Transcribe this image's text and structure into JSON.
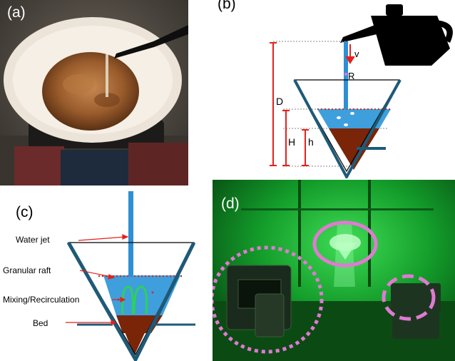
{
  "panels": {
    "a": {
      "label": "(a)"
    },
    "b": {
      "label": "(b)",
      "symbols": {
        "v": "v",
        "R": "R",
        "D": "D",
        "H": "H",
        "h": "h"
      }
    },
    "c": {
      "label": "(c)",
      "annotations": {
        "water_jet": "Water jet",
        "granular_raft": "Granular raft",
        "mixing": "Mixing/Recirculation",
        "bed": "Bed"
      }
    },
    "d": {
      "label": "(d)"
    }
  },
  "colors": {
    "cone_outline": "#1e5a78",
    "water": "#3f9fdc",
    "jet": "#2e8fd4",
    "bed": "#7a2408",
    "arrow_red": "#e5201c",
    "mixing_green": "#2fd05a",
    "highlight_pink": "#e07ad2",
    "lab_green": "#15b52f"
  }
}
